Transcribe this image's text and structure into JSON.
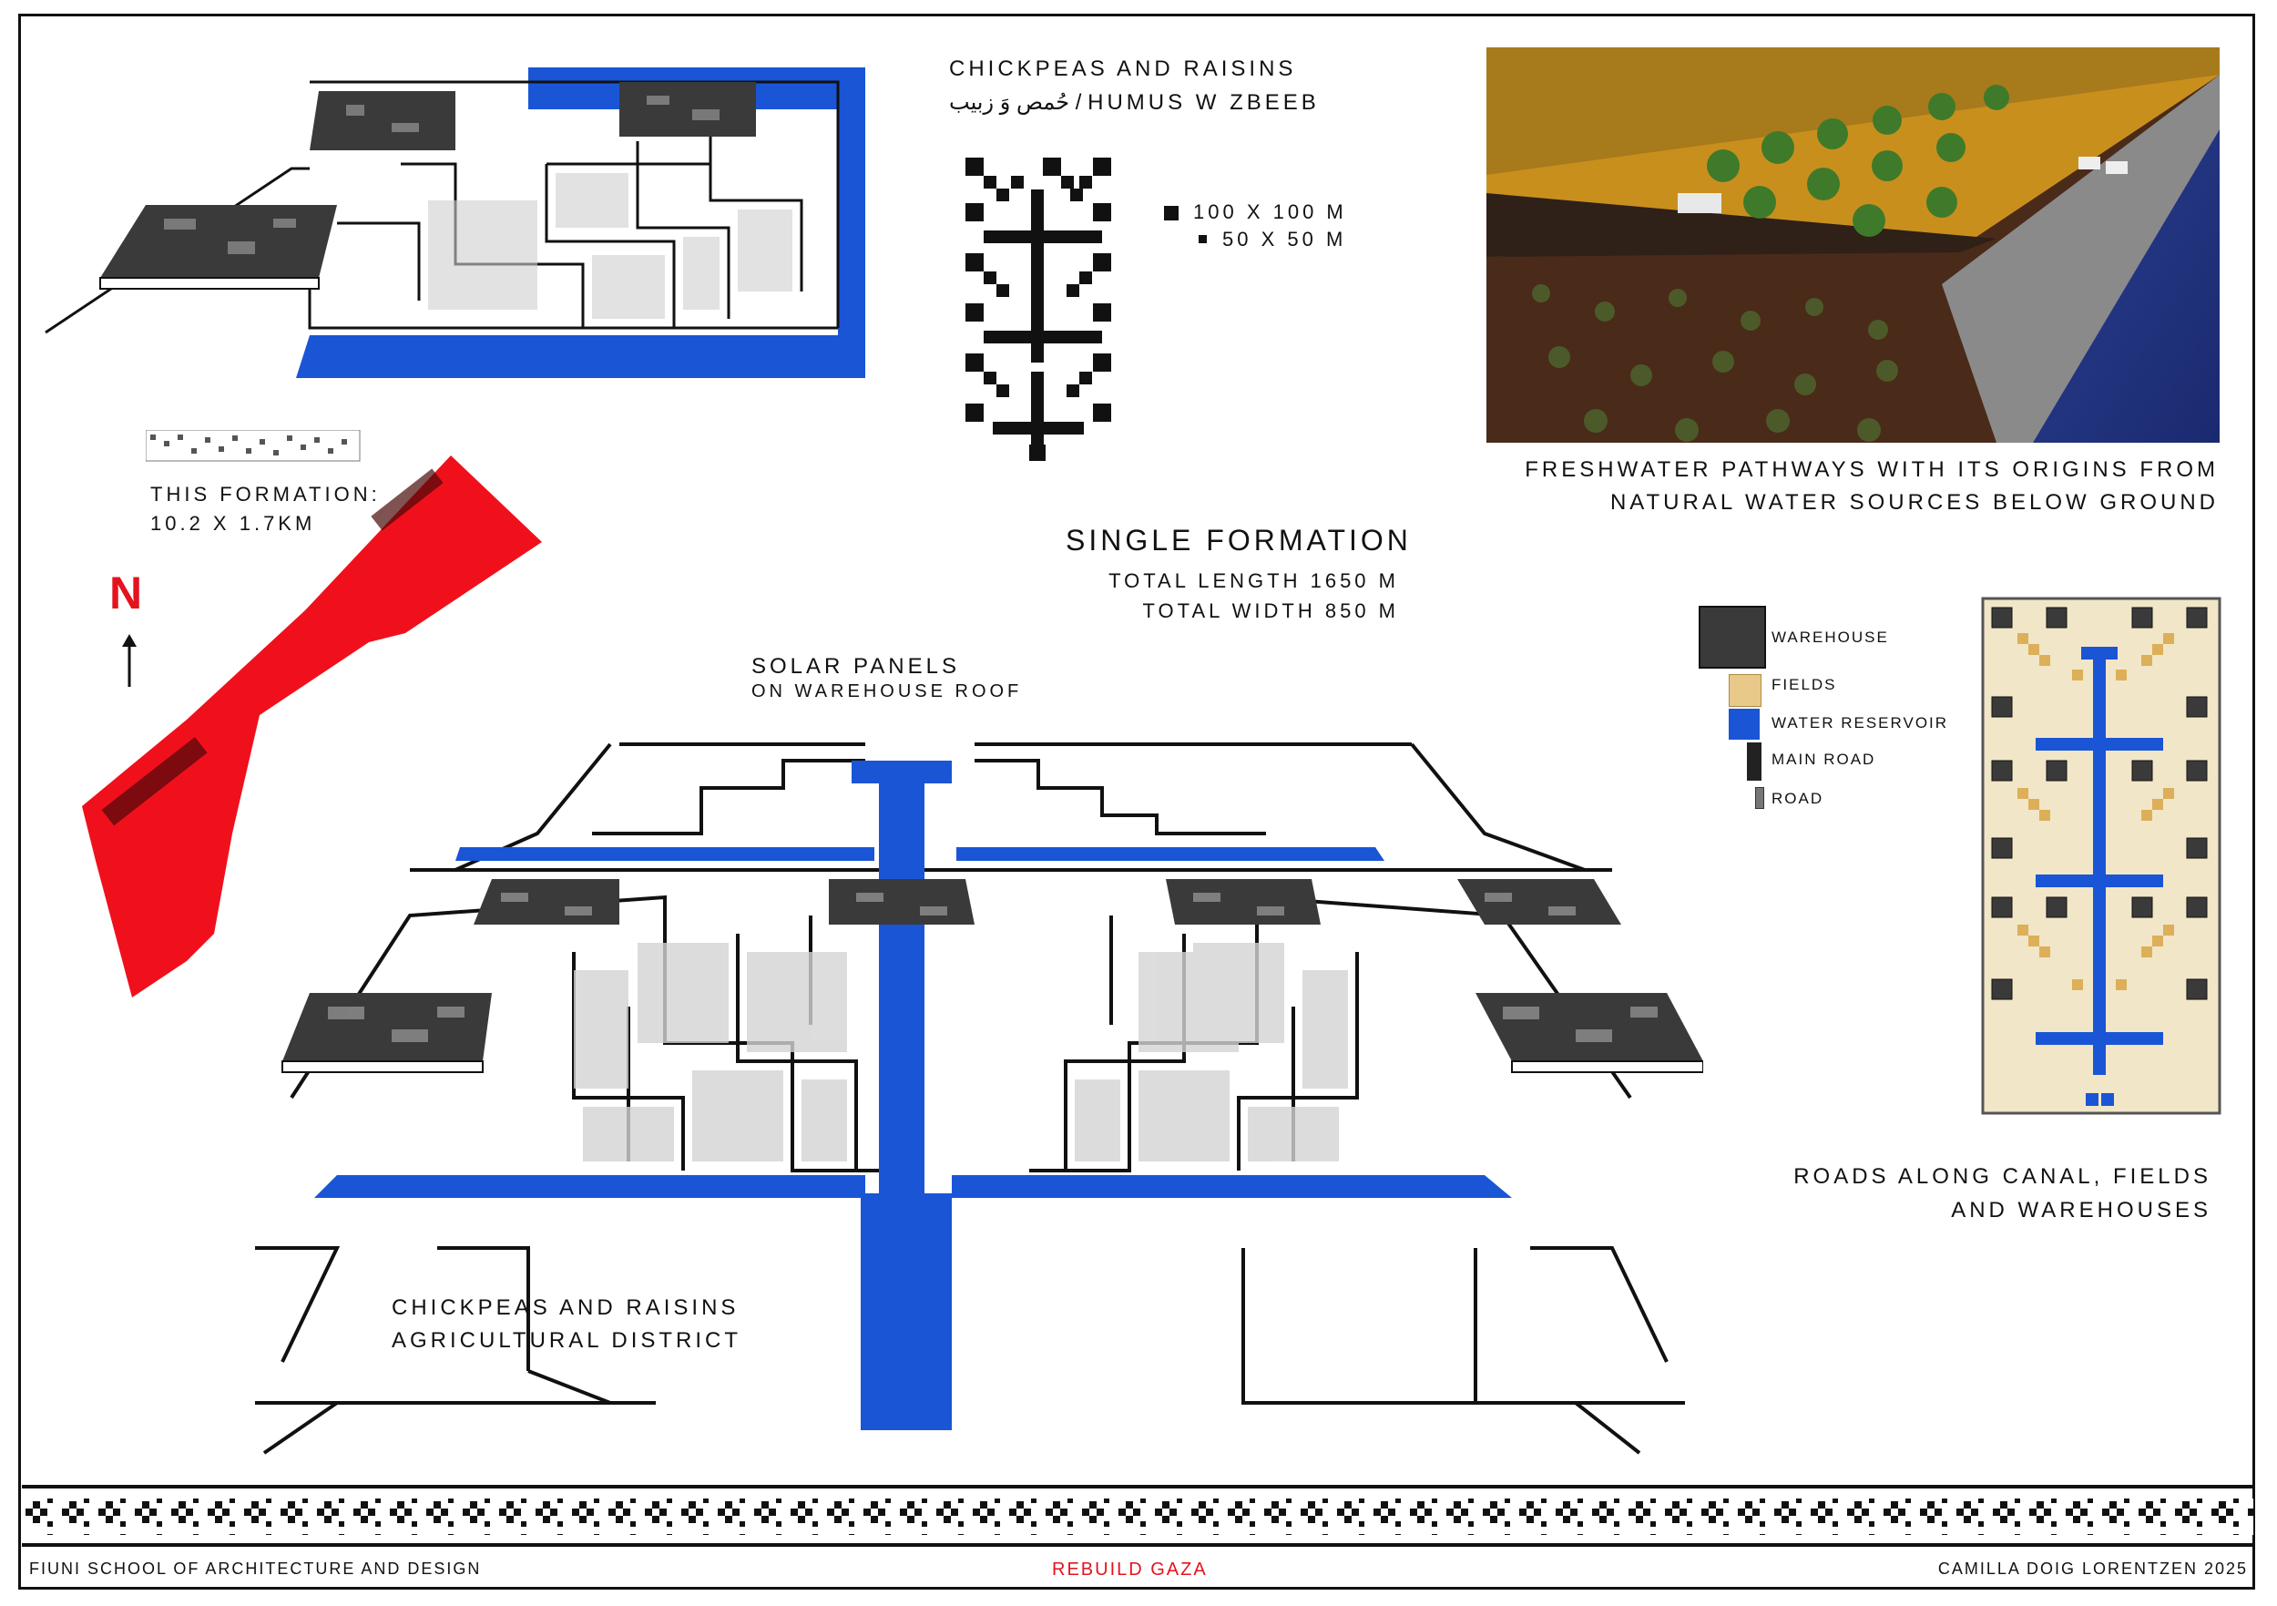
{
  "pattern": {
    "title": "CHICKPEAS AND RAISINS",
    "subtitle": "حُمص وَ زبيب / HUMUS W ZBEEB",
    "scale_large": "100 X 100 M",
    "scale_small": "50 X 50 M"
  },
  "formation": {
    "label_line1": "THIS FORMATION:",
    "label_line2": "10.2 X 1.7KM",
    "north": "N"
  },
  "photo": {
    "caption_line1": "FRESHWATER PATHWAYS WITH ITS ORIGINS FROM",
    "caption_line2": "NATURAL WATER SOURCES BELOW GROUND"
  },
  "single_formation": {
    "title": "SINGLE FORMATION",
    "length": "TOTAL LENGTH 1650 M",
    "width": "TOTAL WIDTH 850 M"
  },
  "solar": {
    "line1": "SOLAR PANELS",
    "line2": "ON WAREHOUSE ROOF"
  },
  "legend": [
    {
      "label": "WAREHOUSE"
    },
    {
      "label": "FIELDS"
    },
    {
      "label": "WATER RESERVOIR"
    },
    {
      "label": "MAIN ROAD"
    },
    {
      "label": "ROAD"
    }
  ],
  "roads": {
    "line1": "ROADS ALONG CANAL, FIELDS",
    "line2": "AND WAREHOUSES"
  },
  "district": {
    "line1": "CHICKPEAS AND RAISINS",
    "line2": "AGRICULTURAL DISTRICT"
  },
  "footer": {
    "left": "FIUNI SCHOOL OF ARCHITECTURE AND DESIGN",
    "center": "REBUILD GAZA",
    "right": "CAMILLA DOIG LORENTZEN 2025"
  },
  "colors": {
    "water": "#1a55d6",
    "formation_red": "#f0101c",
    "warehouse": "#3a3a3a",
    "fields": "#e8c98a",
    "site_bg": "#f1e6c8",
    "footer_red": "#e3141d"
  }
}
